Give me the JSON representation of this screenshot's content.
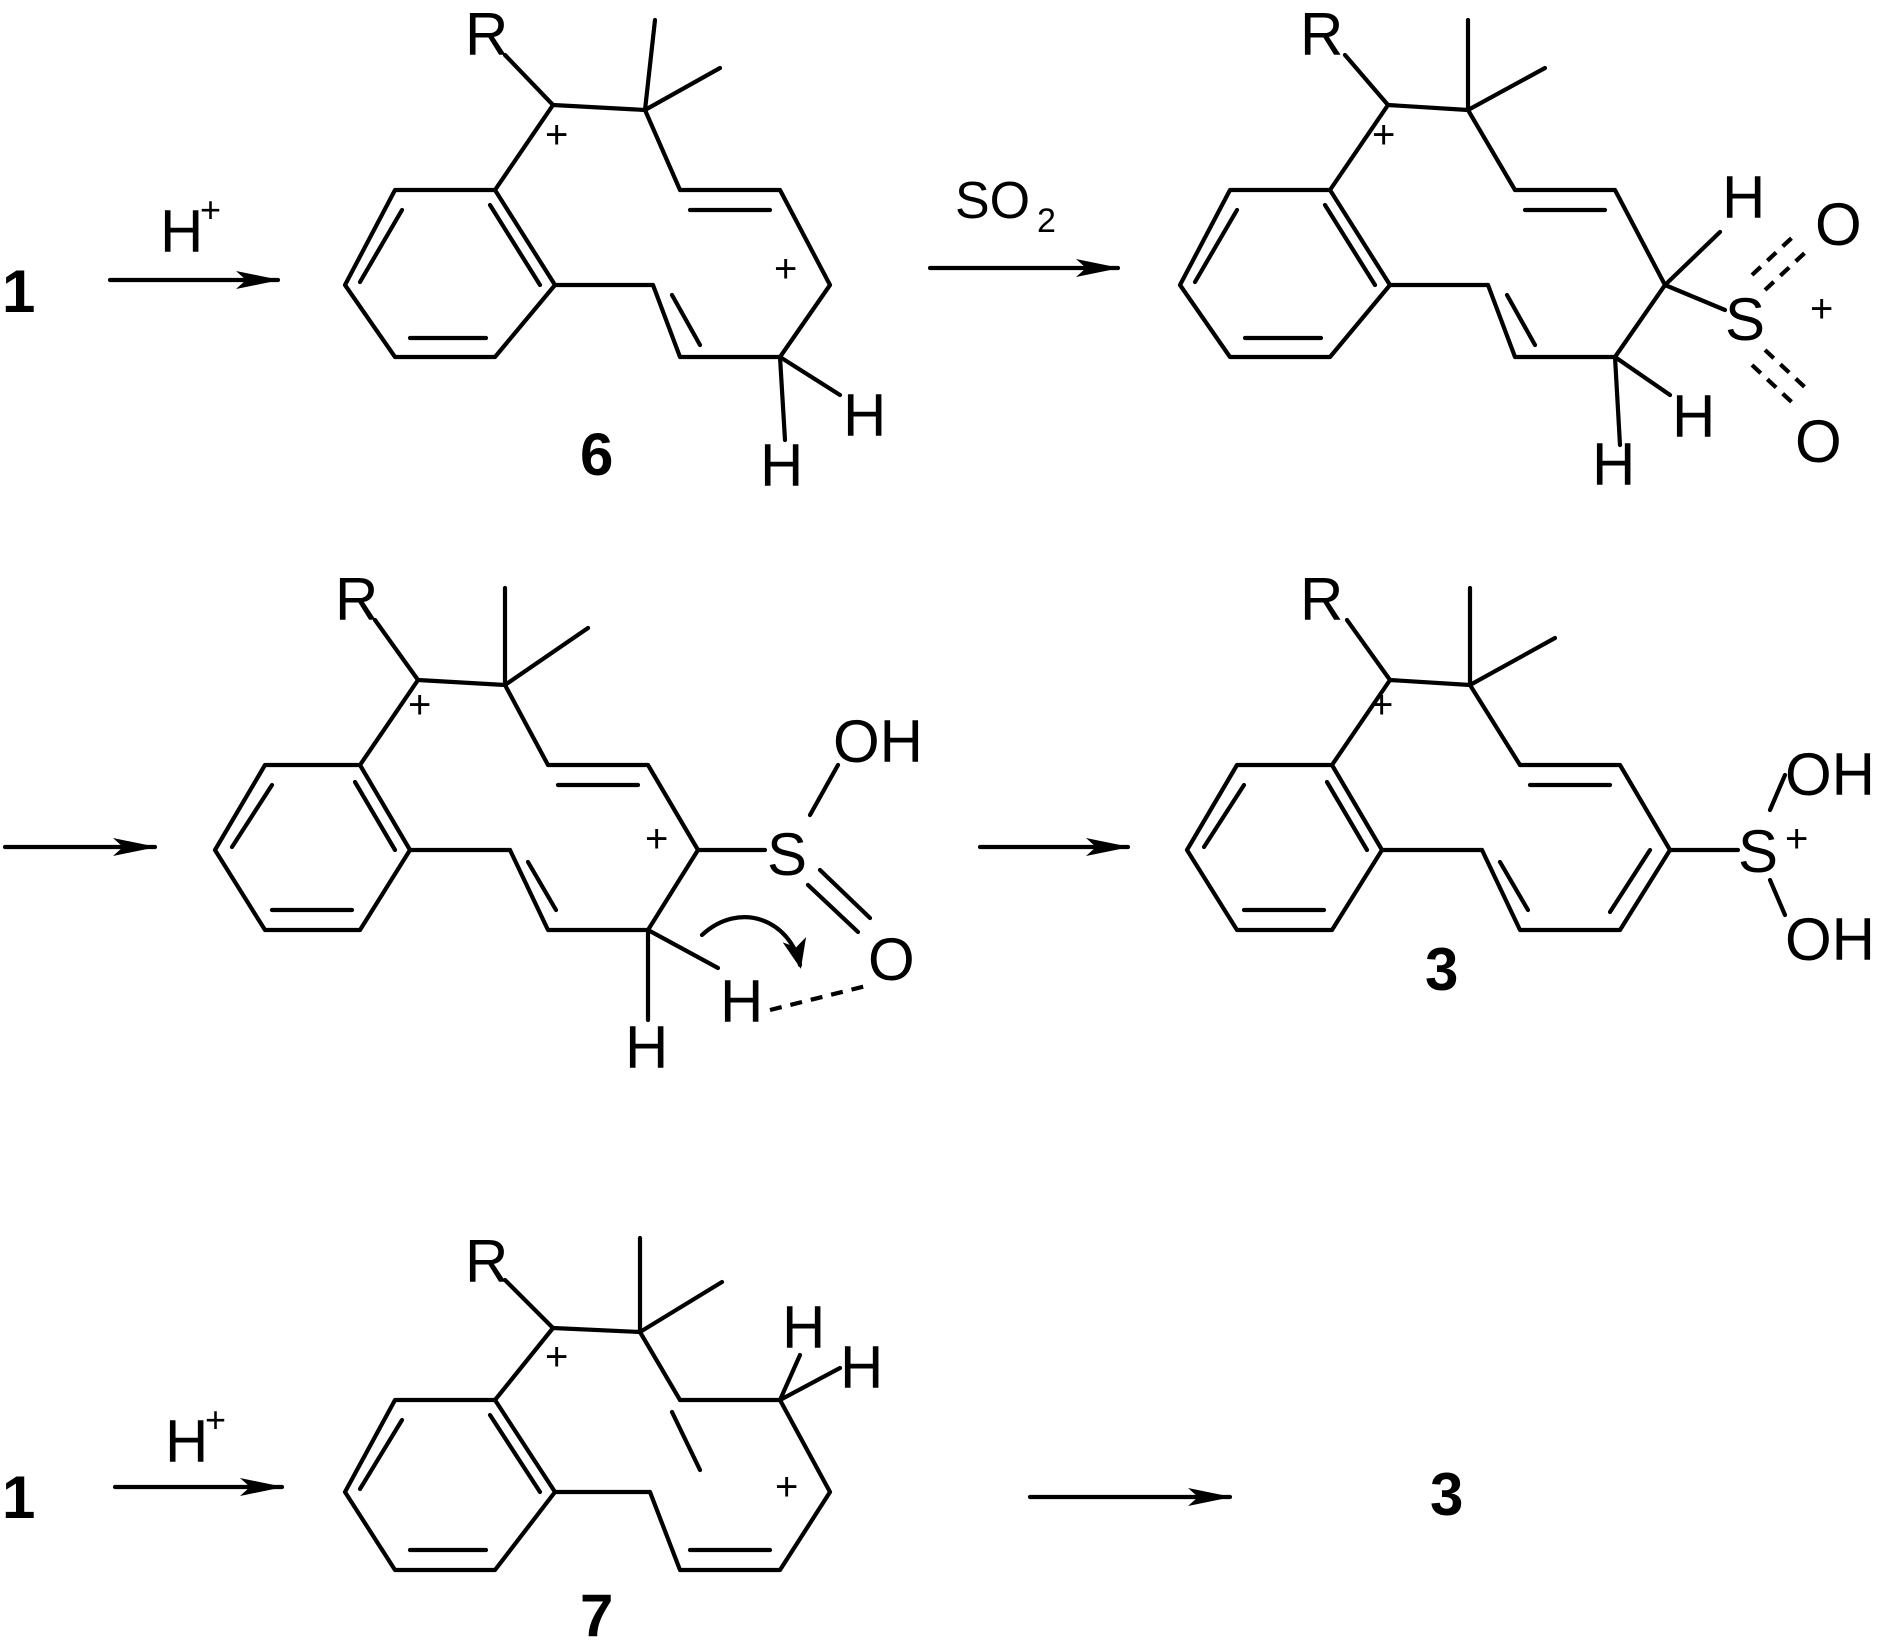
{
  "labels": {
    "compound_1": "1",
    "compound_3": "3",
    "compound_6": "6",
    "compound_7": "7",
    "proton": "H",
    "proton_charge": "+",
    "so2_prefix": "SO",
    "so2_subscript": "2",
    "R": "R",
    "H": "H",
    "S": "S",
    "O": "O",
    "OH": "OH",
    "plus": "+"
  }
}
